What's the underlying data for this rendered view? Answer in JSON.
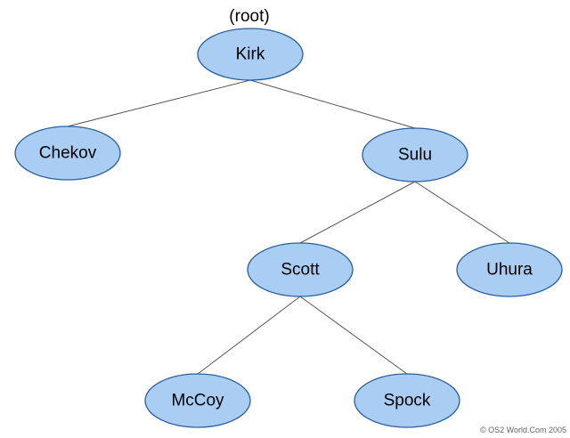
{
  "diagram": {
    "root_marker": "(root)",
    "copyright": "© OS2 World.Com 2005",
    "colors": {
      "node_fill": "#a9cdf3",
      "node_border": "#2b5f9e",
      "edge": "#555555",
      "text": "#000000"
    },
    "nodes": [
      {
        "id": "kirk",
        "label": "Kirk"
      },
      {
        "id": "chekov",
        "label": "Chekov"
      },
      {
        "id": "sulu",
        "label": "Sulu"
      },
      {
        "id": "scott",
        "label": "Scott"
      },
      {
        "id": "uhura",
        "label": "Uhura"
      },
      {
        "id": "mccoy",
        "label": "McCoy"
      },
      {
        "id": "spock",
        "label": "Spock"
      }
    ],
    "edges": [
      {
        "from": "kirk",
        "to": "chekov"
      },
      {
        "from": "kirk",
        "to": "sulu"
      },
      {
        "from": "sulu",
        "to": "scott"
      },
      {
        "from": "sulu",
        "to": "uhura"
      },
      {
        "from": "scott",
        "to": "mccoy"
      },
      {
        "from": "scott",
        "to": "spock"
      }
    ]
  }
}
